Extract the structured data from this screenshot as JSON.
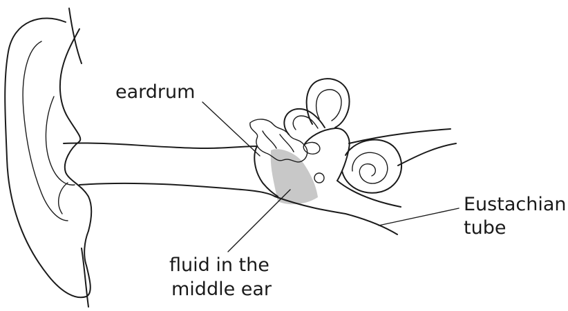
{
  "labels": {
    "eardrum": "eardrum",
    "fluid_line1": "fluid in the",
    "fluid_line2": "middle ear",
    "eustachian_line1": "Eustachian",
    "eustachian_line2": "tube"
  },
  "colors": {
    "stroke": "#1a1a1a",
    "fluid": "#c8c8c8",
    "background": "#ffffff"
  }
}
